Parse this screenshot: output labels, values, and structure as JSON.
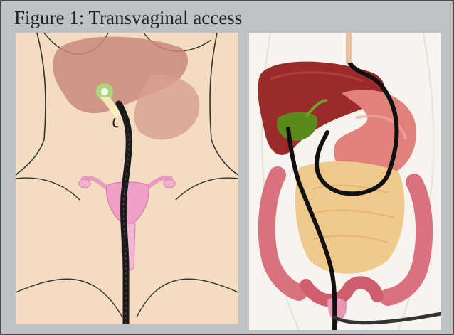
{
  "figure": {
    "caption": "Figure 1: Transvaginal access",
    "colors": {
      "frame": "#bfc2c4",
      "border": "#4a4a4a",
      "skin": "#f3dcc0",
      "endoscope": "#1a1a1a",
      "liver": "#9b2a2a",
      "gallbladder": "#5a8a1e",
      "stomach": "#e0827a",
      "pancreas": "#f0c98c",
      "colon": "#d9727e",
      "uterus": "#f0a0c8"
    },
    "panels": [
      {
        "icon": "transvaginal-endoscope-schematic-illustration"
      },
      {
        "icon": "abdominal-organs-endoscope-illustration"
      }
    ]
  }
}
